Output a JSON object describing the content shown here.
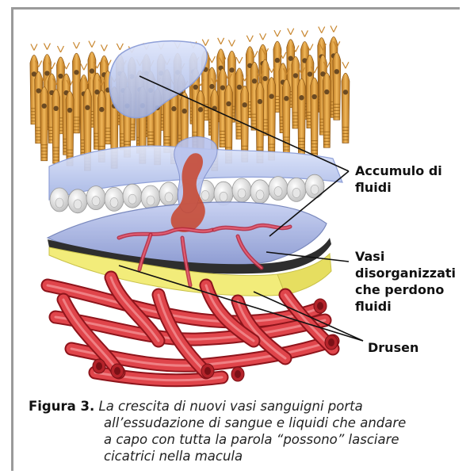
{
  "labels": {
    "fluid_line1": "Accumulo di",
    "fluid_line2": "fluidi",
    "vessels_line1": "Vasi",
    "vessels_line2": "disorganizzati",
    "vessels_line3": "che perdono",
    "vessels_line4": "fluidi",
    "drusen": "Drusen"
  },
  "caption": {
    "figure": "Figura 3.",
    "line1": "La crescita di nuovi vasi sanguigni porta",
    "line2": "all’essudazione di sangue e liquidi che andare",
    "line3": "a capo con tutta la parola “possono” lasciare",
    "line4": "cicatrici nella macula"
  },
  "colors": {
    "photoreceptor": "#e0a040",
    "rpe_cells": "#e8e8e8",
    "fluid": "#a9b8e6",
    "drusen": "#f2ec7a",
    "vessels": "#d9333a",
    "frame": "#9a9a9a"
  }
}
